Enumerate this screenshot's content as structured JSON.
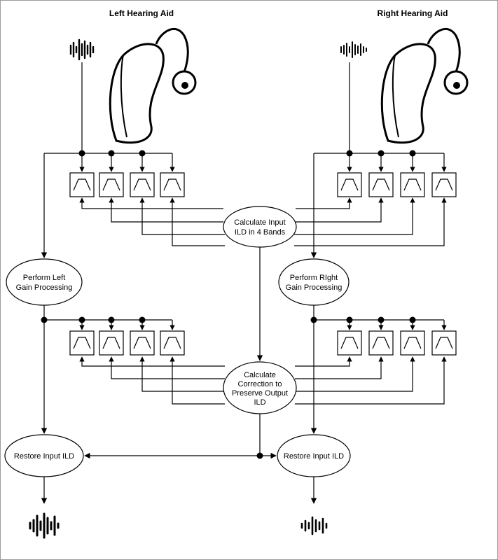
{
  "titles": {
    "left": "Left Hearing Aid",
    "right": "Right Hearing Aid"
  },
  "nodes": {
    "calc_input_ild": [
      "Calculate Input",
      "ILD in 4 Bands"
    ],
    "left_gain": [
      "Perform Left",
      "Gain Processing"
    ],
    "right_gain": [
      "Perform RIght",
      "Gain Processing"
    ],
    "calc_correction": [
      "Calculate",
      "Correction to",
      "Preserve Output",
      "ILD"
    ],
    "restore_left": "Restore Input ILD",
    "restore_right": "Restore Input ILD"
  },
  "icons": {
    "input_waveform": "sound-wave-icon",
    "output_waveform": "sound-wave-icon",
    "hearing_aid": "behind-the-ear-hearing-aid-icon",
    "bandpass_filter": "bandpass-filter-icon"
  },
  "filter_banks_per_side": 2,
  "bands_per_bank": 4,
  "colors": {
    "line": "#000000",
    "background": "#ffffff",
    "border": "#9a9a9a"
  }
}
